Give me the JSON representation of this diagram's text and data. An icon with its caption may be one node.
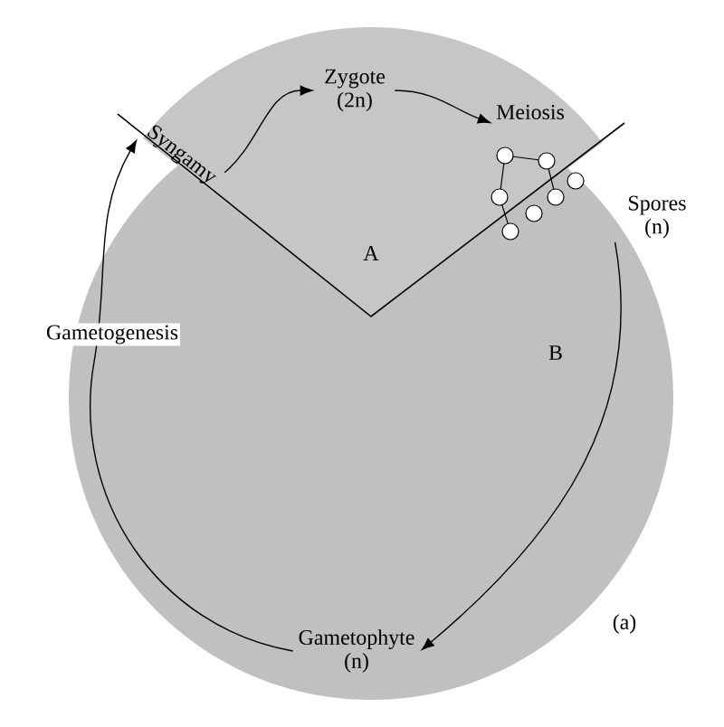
{
  "diagram": {
    "nodes": [
      {
        "text": [
          "Syngamy"
        ]
      },
      {
        "text": [
          "Zygote (2n)"
        ]
      },
      {
        "text": [
          "Meiosis"
        ]
      },
      {
        "text": [
          "Spores (n)"
        ]
      },
      {
        "text": [
          "Gametophyte (n)"
        ]
      }
    ],
    "edges": [
      {
        "from": 0,
        "to": 1,
        "arrow": "to"
      },
      {
        "from": 1,
        "to": 2,
        "arrow": "to"
      },
      {
        "from": 3,
        "to": 4,
        "arrow": "to"
      },
      {
        "from": 4,
        "to": 0,
        "arrow": "to",
        "label": "Gametogenesis"
      }
    ],
    "labels": [
      "A",
      "B",
      "(a)"
    ]
  }
}
